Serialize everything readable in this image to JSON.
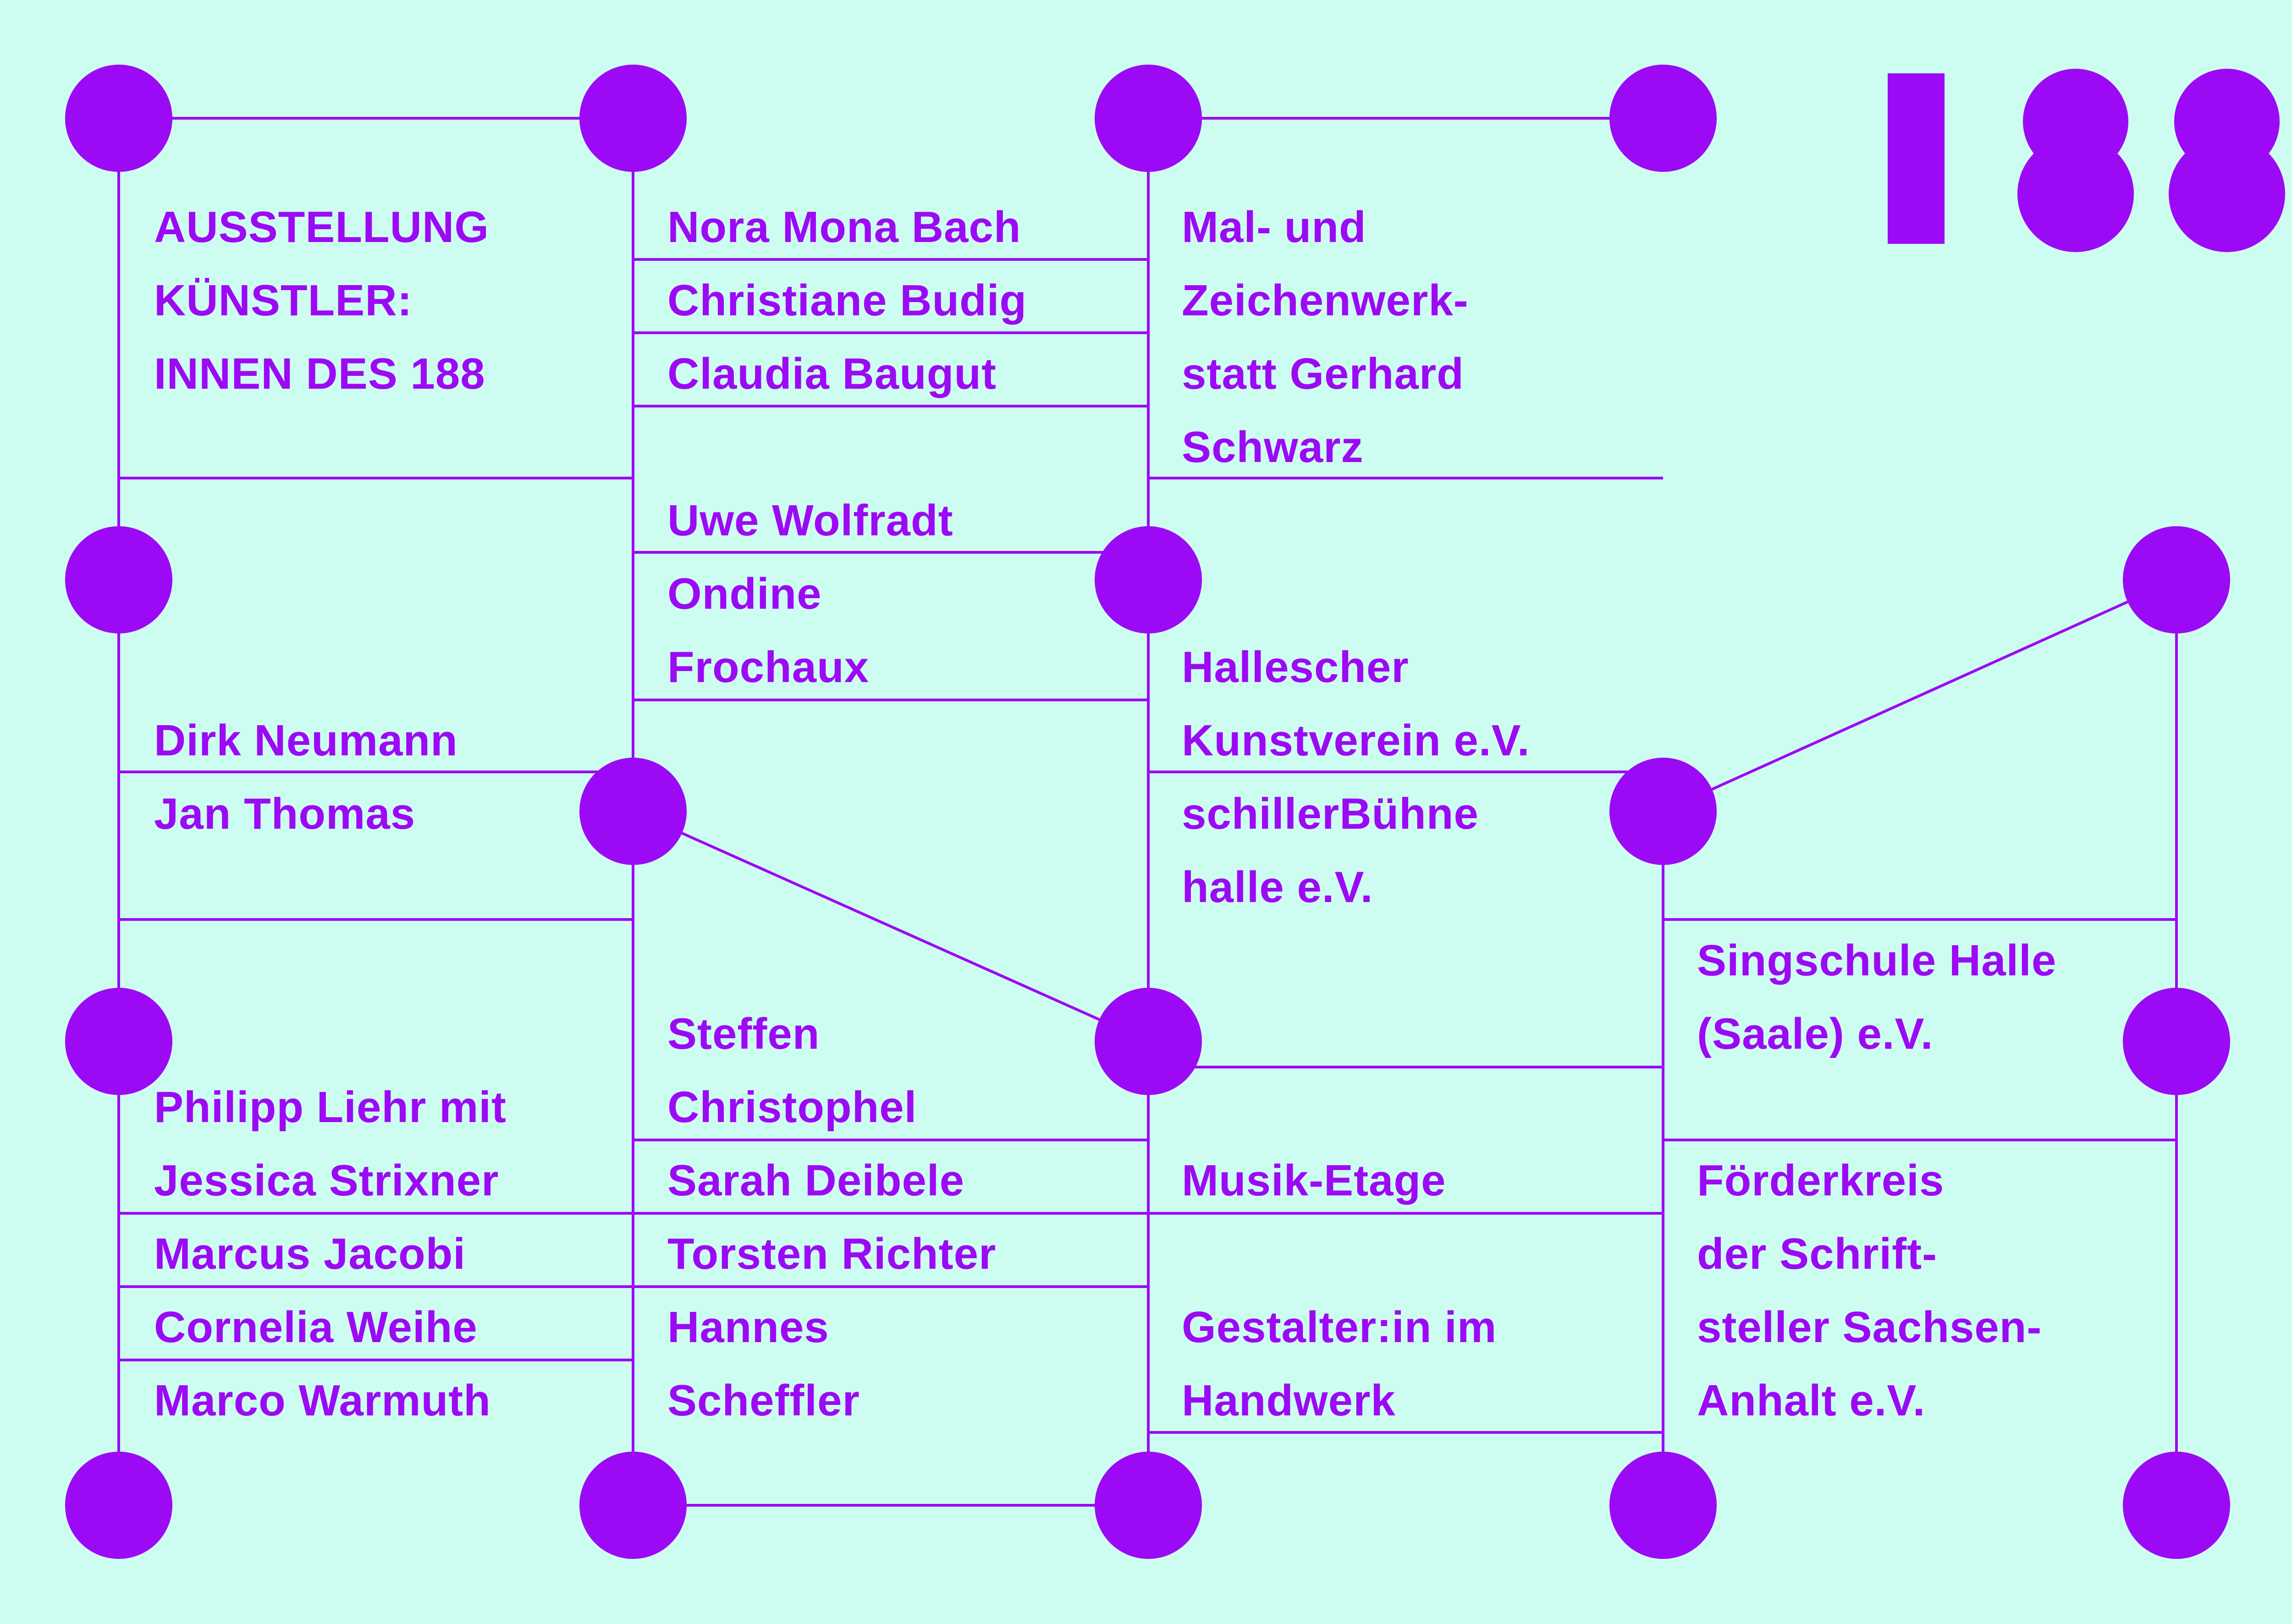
{
  "colors": {
    "background": "#cdfdf0",
    "accent": "#9c09f5"
  },
  "logo": {
    "text": "188"
  },
  "blocks": {
    "exhibition": [
      "AUSSTELLUNG",
      "KÜNSTLER:",
      "INNEN DES 188"
    ],
    "artists_a": [
      "Nora Mona Bach",
      "Christiane Budig",
      "Claudia Baugut"
    ],
    "artists_b": [
      "Uwe Wolfradt",
      "Ondine",
      "Frochaux"
    ],
    "artists_c": [
      "Dirk Neumann",
      "Jan Thomas"
    ],
    "artists_d": [
      "Philipp Liehr mit",
      "Jessica Strixner",
      "Marcus Jacobi",
      "Cornelia Weihe",
      "Marco Warmuth"
    ],
    "artists_e": [
      "Steffen",
      "Christophel",
      "Sarah Deibele",
      "Torsten Richter",
      "Hannes",
      "Scheffler"
    ],
    "werkstatt": [
      "Mal- und",
      "Zeichenwerk-",
      "statt Gerhard",
      "Schwarz"
    ],
    "kunstverein": [
      "Hallescher",
      "Kunstverein e.V.",
      "schillerBühne",
      "halle e.V."
    ],
    "musik": [
      "Musik-Etage"
    ],
    "gestalter": [
      "Gestalter:in im",
      "Handwerk"
    ],
    "singschule": [
      "Singschule Halle",
      "(Saale) e.V."
    ],
    "foerderkreis": [
      "Förderkreis",
      "der Schrift-",
      "steller Sachsen-",
      "Anhalt e.V."
    ]
  }
}
